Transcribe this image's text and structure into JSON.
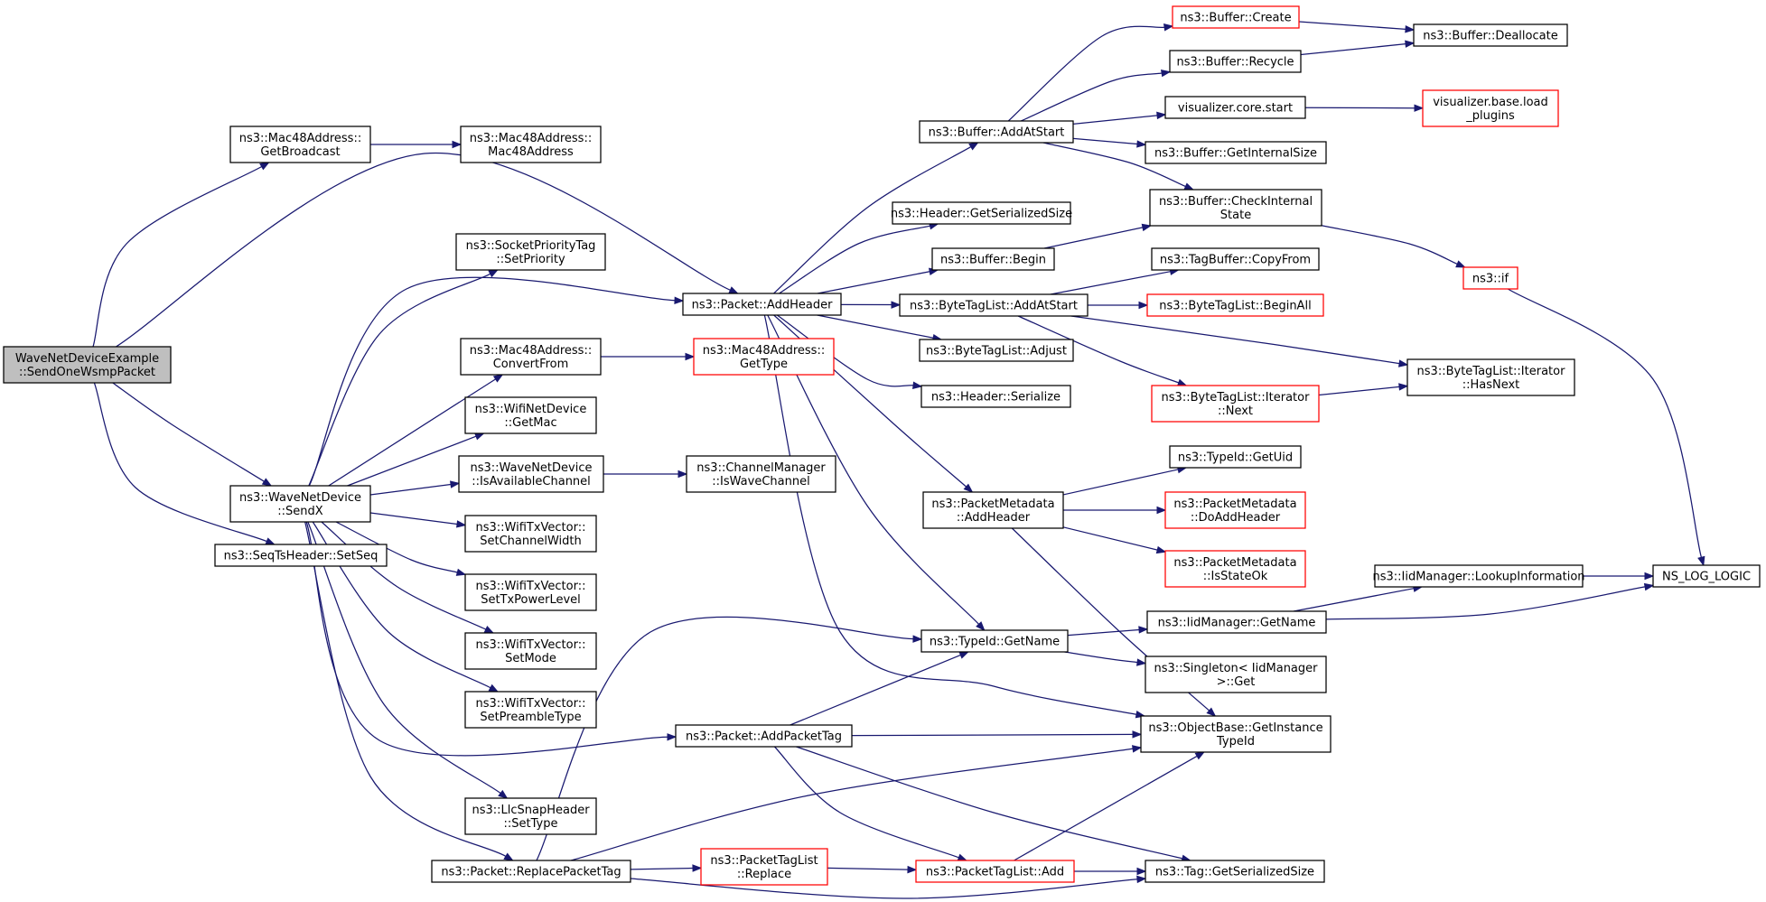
{
  "graph": {
    "colors": {
      "edge": "#191970",
      "node_border": "#000000",
      "node_border_truncated": "#ff0000",
      "root_fill": "#bfbfbf",
      "node_fill": "#ffffff"
    },
    "nodes": [
      {
        "id": "root",
        "lines": [
          "WaveNetDeviceExample",
          "::SendOneWsmpPacket"
        ],
        "style": "root"
      },
      {
        "id": "mac_getbroadcast",
        "lines": [
          "ns3::Mac48Address::",
          "GetBroadcast"
        ],
        "style": "normal"
      },
      {
        "id": "mac_ctor",
        "lines": [
          "ns3::Mac48Address::",
          "Mac48Address"
        ],
        "style": "normal"
      },
      {
        "id": "wnd_sendx",
        "lines": [
          "ns3::WaveNetDevice",
          "::SendX"
        ],
        "style": "normal"
      },
      {
        "id": "seqts_setseq",
        "lines": [
          "ns3::SeqTsHeader::SetSeq"
        ],
        "style": "normal"
      },
      {
        "id": "socketprio_setpriority",
        "lines": [
          "ns3::SocketPriorityTag",
          "::SetPriority"
        ],
        "style": "normal"
      },
      {
        "id": "mac_convertfrom",
        "lines": [
          "ns3::Mac48Address::",
          "ConvertFrom"
        ],
        "style": "normal"
      },
      {
        "id": "wifind_getmac",
        "lines": [
          "ns3::WifiNetDevice",
          "::GetMac"
        ],
        "style": "normal"
      },
      {
        "id": "wnd_isavailablechannel",
        "lines": [
          "ns3::WaveNetDevice",
          "::IsAvailableChannel"
        ],
        "style": "normal"
      },
      {
        "id": "txv_setchannelwidth",
        "lines": [
          "ns3::WifiTxVector::",
          "SetChannelWidth"
        ],
        "style": "normal"
      },
      {
        "id": "txv_settxpowerlevel",
        "lines": [
          "ns3::WifiTxVector::",
          "SetTxPowerLevel"
        ],
        "style": "normal"
      },
      {
        "id": "txv_setmode",
        "lines": [
          "ns3::WifiTxVector::",
          "SetMode"
        ],
        "style": "normal"
      },
      {
        "id": "txv_setpreambletype",
        "lines": [
          "ns3::WifiTxVector::",
          "SetPreambleType"
        ],
        "style": "normal"
      },
      {
        "id": "llcsnap_settype",
        "lines": [
          "ns3::LlcSnapHeader",
          "::SetType"
        ],
        "style": "normal"
      },
      {
        "id": "packet_replacepackettag",
        "lines": [
          "ns3::Packet::ReplacePacketTag"
        ],
        "style": "normal"
      },
      {
        "id": "packet_addheader",
        "lines": [
          "ns3::Packet::AddHeader"
        ],
        "style": "normal"
      },
      {
        "id": "mac_gettype",
        "lines": [
          "ns3::Mac48Address::",
          "GetType"
        ],
        "style": "truncated"
      },
      {
        "id": "channelmanager_iswavechannel",
        "lines": [
          "ns3::ChannelManager",
          "::IsWaveChannel"
        ],
        "style": "normal"
      },
      {
        "id": "packet_addpackettag",
        "lines": [
          "ns3::Packet::AddPacketTag"
        ],
        "style": "normal"
      },
      {
        "id": "packettaglist_replace",
        "lines": [
          "ns3::PacketTagList",
          "::Replace"
        ],
        "style": "truncated"
      },
      {
        "id": "buffer_addatstart",
        "lines": [
          "ns3::Buffer::AddAtStart"
        ],
        "style": "normal"
      },
      {
        "id": "header_getserializedsize",
        "lines": [
          "ns3::Header::GetSerializedSize"
        ],
        "style": "normal"
      },
      {
        "id": "buffer_begin",
        "lines": [
          "ns3::Buffer::Begin"
        ],
        "style": "normal"
      },
      {
        "id": "bytetaglist_addatstart",
        "lines": [
          "ns3::ByteTagList::AddAtStart"
        ],
        "style": "normal"
      },
      {
        "id": "bytetaglist_adjust",
        "lines": [
          "ns3::ByteTagList::Adjust"
        ],
        "style": "normal"
      },
      {
        "id": "header_serialize",
        "lines": [
          "ns3::Header::Serialize"
        ],
        "style": "normal"
      },
      {
        "id": "packetmetadata_addheader",
        "lines": [
          "ns3::PacketMetadata",
          "::AddHeader"
        ],
        "style": "normal"
      },
      {
        "id": "typeid_getname",
        "lines": [
          "ns3::TypeId::GetName"
        ],
        "style": "normal"
      },
      {
        "id": "packettaglist_add",
        "lines": [
          "ns3::PacketTagList::Add"
        ],
        "style": "truncated"
      },
      {
        "id": "buffer_create",
        "lines": [
          "ns3::Buffer::Create"
        ],
        "style": "truncated"
      },
      {
        "id": "buffer_recycle",
        "lines": [
          "ns3::Buffer::Recycle"
        ],
        "style": "normal"
      },
      {
        "id": "visualizer_core_start",
        "lines": [
          "visualizer.core.start"
        ],
        "style": "normal"
      },
      {
        "id": "buffer_getinternalsize",
        "lines": [
          "ns3::Buffer::GetInternalSize"
        ],
        "style": "normal"
      },
      {
        "id": "buffer_checkinternalstate",
        "lines": [
          "ns3::Buffer::CheckInternal",
          "State"
        ],
        "style": "normal"
      },
      {
        "id": "tagbuffer_copyfrom",
        "lines": [
          "ns3::TagBuffer::CopyFrom"
        ],
        "style": "normal"
      },
      {
        "id": "bytetaglist_beginall",
        "lines": [
          "ns3::ByteTagList::BeginAll"
        ],
        "style": "truncated"
      },
      {
        "id": "bytetaglist_iterator_next",
        "lines": [
          "ns3::ByteTagList::Iterator",
          "::Next"
        ],
        "style": "truncated"
      },
      {
        "id": "typeid_getuid",
        "lines": [
          "ns3::TypeId::GetUid"
        ],
        "style": "normal"
      },
      {
        "id": "packetmetadata_doaddheader",
        "lines": [
          "ns3::PacketMetadata",
          "::DoAddHeader"
        ],
        "style": "truncated"
      },
      {
        "id": "packetmetadata_isstateok",
        "lines": [
          "ns3::PacketMetadata",
          "::IsStateOk"
        ],
        "style": "truncated"
      },
      {
        "id": "iidmanager_getname",
        "lines": [
          "ns3::IidManager::GetName"
        ],
        "style": "normal"
      },
      {
        "id": "singleton_get",
        "lines": [
          "ns3::Singleton< IidManager",
          ">::Get"
        ],
        "style": "normal"
      },
      {
        "id": "objectbase_getinstancetypeid",
        "lines": [
          "ns3::ObjectBase::GetInstance",
          "TypeId"
        ],
        "style": "normal"
      },
      {
        "id": "tag_getserializedsize",
        "lines": [
          "ns3::Tag::GetSerializedSize"
        ],
        "style": "normal"
      },
      {
        "id": "buffer_deallocate",
        "lines": [
          "ns3::Buffer::Deallocate"
        ],
        "style": "normal"
      },
      {
        "id": "visualizer_base_load_plugins",
        "lines": [
          "visualizer.base.load",
          "_plugins"
        ],
        "style": "truncated"
      },
      {
        "id": "ns3_if",
        "lines": [
          "ns3::if"
        ],
        "style": "truncated"
      },
      {
        "id": "bytetaglist_iterator_hasnext",
        "lines": [
          "ns3::ByteTagList::Iterator",
          "::HasNext"
        ],
        "style": "normal"
      },
      {
        "id": "iidmanager_lookupinformation",
        "lines": [
          "ns3::IidManager::LookupInformation"
        ],
        "style": "normal"
      },
      {
        "id": "ns_log_logic",
        "lines": [
          "NS_LOG_LOGIC"
        ],
        "style": "normal"
      }
    ],
    "edges": [
      {
        "from": "root",
        "to": "mac_getbroadcast"
      },
      {
        "from": "root",
        "to": "packet_addheader"
      },
      {
        "from": "root",
        "to": "wnd_sendx"
      },
      {
        "from": "root",
        "to": "seqts_setseq"
      },
      {
        "from": "mac_getbroadcast",
        "to": "mac_ctor"
      },
      {
        "from": "wnd_sendx",
        "to": "socketprio_setpriority"
      },
      {
        "from": "wnd_sendx",
        "to": "packet_addheader"
      },
      {
        "from": "wnd_sendx",
        "to": "mac_convertfrom"
      },
      {
        "from": "wnd_sendx",
        "to": "wifind_getmac"
      },
      {
        "from": "wnd_sendx",
        "to": "wnd_isavailablechannel"
      },
      {
        "from": "wnd_sendx",
        "to": "txv_setchannelwidth"
      },
      {
        "from": "wnd_sendx",
        "to": "txv_settxpowerlevel"
      },
      {
        "from": "wnd_sendx",
        "to": "txv_setmode"
      },
      {
        "from": "wnd_sendx",
        "to": "txv_setpreambletype"
      },
      {
        "from": "wnd_sendx",
        "to": "packet_addpackettag"
      },
      {
        "from": "wnd_sendx",
        "to": "llcsnap_settype"
      },
      {
        "from": "wnd_sendx",
        "to": "packet_replacepackettag"
      },
      {
        "from": "mac_convertfrom",
        "to": "mac_gettype"
      },
      {
        "from": "wnd_isavailablechannel",
        "to": "channelmanager_iswavechannel"
      },
      {
        "from": "packet_addheader",
        "to": "buffer_addatstart"
      },
      {
        "from": "packet_addheader",
        "to": "header_getserializedsize"
      },
      {
        "from": "packet_addheader",
        "to": "buffer_begin"
      },
      {
        "from": "packet_addheader",
        "to": "bytetaglist_addatstart"
      },
      {
        "from": "packet_addheader",
        "to": "bytetaglist_adjust"
      },
      {
        "from": "packet_addheader",
        "to": "header_serialize"
      },
      {
        "from": "packet_addheader",
        "to": "packetmetadata_addheader"
      },
      {
        "from": "packet_addheader",
        "to": "typeid_getname"
      },
      {
        "from": "packet_addheader",
        "to": "objectbase_getinstancetypeid"
      },
      {
        "from": "packet_addpackettag",
        "to": "typeid_getname"
      },
      {
        "from": "packet_addpackettag",
        "to": "objectbase_getinstancetypeid"
      },
      {
        "from": "packet_addpackettag",
        "to": "packettaglist_add"
      },
      {
        "from": "packet_addpackettag",
        "to": "tag_getserializedsize"
      },
      {
        "from": "packet_replacepackettag",
        "to": "typeid_getname"
      },
      {
        "from": "packet_replacepackettag",
        "to": "objectbase_getinstancetypeid"
      },
      {
        "from": "packet_replacepackettag",
        "to": "packettaglist_replace"
      },
      {
        "from": "packet_replacepackettag",
        "to": "tag_getserializedsize"
      },
      {
        "from": "packettaglist_replace",
        "to": "packettaglist_add"
      },
      {
        "from": "packettaglist_add",
        "to": "objectbase_getinstancetypeid"
      },
      {
        "from": "packettaglist_add",
        "to": "tag_getserializedsize"
      },
      {
        "from": "buffer_addatstart",
        "to": "buffer_create"
      },
      {
        "from": "buffer_addatstart",
        "to": "buffer_recycle"
      },
      {
        "from": "buffer_addatstart",
        "to": "visualizer_core_start"
      },
      {
        "from": "buffer_addatstart",
        "to": "buffer_getinternalsize"
      },
      {
        "from": "buffer_addatstart",
        "to": "buffer_checkinternalstate"
      },
      {
        "from": "buffer_begin",
        "to": "buffer_checkinternalstate"
      },
      {
        "from": "bytetaglist_addatstart",
        "to": "tagbuffer_copyfrom"
      },
      {
        "from": "bytetaglist_addatstart",
        "to": "bytetaglist_beginall"
      },
      {
        "from": "bytetaglist_addatstart",
        "to": "bytetaglist_iterator_next"
      },
      {
        "from": "bytetaglist_addatstart",
        "to": "bytetaglist_iterator_hasnext"
      },
      {
        "from": "bytetaglist_iterator_next",
        "to": "bytetaglist_iterator_hasnext"
      },
      {
        "from": "packetmetadata_addheader",
        "to": "typeid_getuid"
      },
      {
        "from": "packetmetadata_addheader",
        "to": "packetmetadata_doaddheader"
      },
      {
        "from": "packetmetadata_addheader",
        "to": "packetmetadata_isstateok"
      },
      {
        "from": "packetmetadata_addheader",
        "to": "objectbase_getinstancetypeid"
      },
      {
        "from": "typeid_getname",
        "to": "iidmanager_getname"
      },
      {
        "from": "typeid_getname",
        "to": "singleton_get"
      },
      {
        "from": "iidmanager_getname",
        "to": "iidmanager_lookupinformation"
      },
      {
        "from": "iidmanager_getname",
        "to": "ns_log_logic"
      },
      {
        "from": "iidmanager_lookupinformation",
        "to": "ns_log_logic"
      },
      {
        "from": "buffer_create",
        "to": "buffer_deallocate"
      },
      {
        "from": "buffer_recycle",
        "to": "buffer_deallocate"
      },
      {
        "from": "visualizer_core_start",
        "to": "visualizer_base_load_plugins"
      },
      {
        "from": "buffer_checkinternalstate",
        "to": "ns3_if"
      },
      {
        "from": "ns3_if",
        "to": "ns_log_logic"
      }
    ]
  }
}
